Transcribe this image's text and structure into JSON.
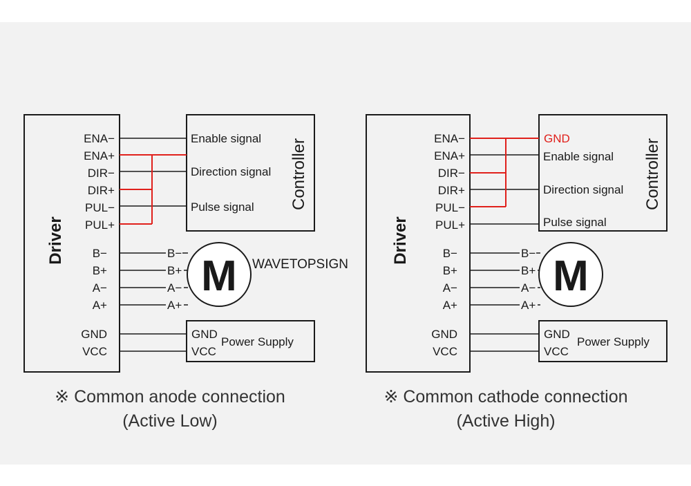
{
  "watermark": "WAVETOPSIGN",
  "colors": {
    "red": "#e0201b",
    "line": "#1a1a1a",
    "background": "#f2f2f2"
  },
  "left": {
    "driver": "Driver",
    "controller": "Controller",
    "pins": [
      "ENA−",
      "ENA+",
      "DIR−",
      "DIR+",
      "PUL−",
      "PUL+"
    ],
    "signals": [
      "Enable signal",
      "Direction signal",
      "Pulse signal"
    ],
    "motor_pins": [
      "B−",
      "B+",
      "A−",
      "A+"
    ],
    "motor_label": "M",
    "power_pins": [
      "GND",
      "VCC"
    ],
    "power_supply": "Power Supply",
    "caption_line1": "※ Common anode connection",
    "caption_line2": "(Active Low)"
  },
  "right": {
    "driver": "Driver",
    "controller": "Controller",
    "pins": [
      "ENA−",
      "ENA+",
      "DIR−",
      "DIR+",
      "PUL−",
      "PUL+"
    ],
    "gnd_label": "GND",
    "signals": [
      "Enable signal",
      "Direction signal",
      "Pulse signal"
    ],
    "motor_pins": [
      "B−",
      "B+",
      "A−",
      "A+"
    ],
    "motor_label": "M",
    "power_pins": [
      "GND",
      "VCC"
    ],
    "power_supply": "Power Supply",
    "caption_line1": "※ Common cathode connection",
    "caption_line2": "(Active High)"
  }
}
